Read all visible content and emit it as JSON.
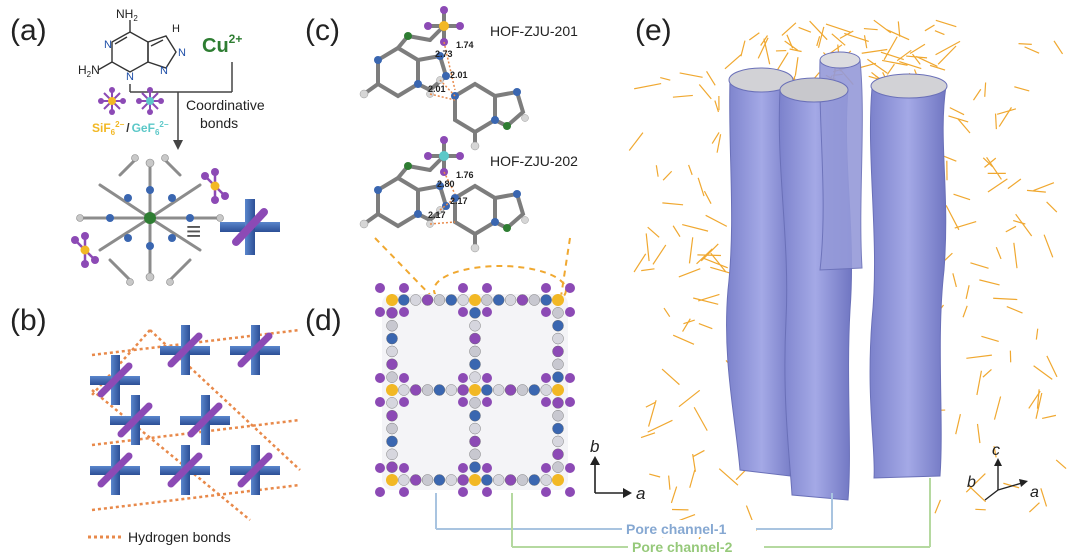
{
  "panels": {
    "a": "(a)",
    "b": "(b)",
    "c": "(c)",
    "d": "(d)",
    "e": "(e)"
  },
  "molecule": {
    "nh2_top": "NH",
    "nh2_top_sub": "2",
    "h_ring": "H",
    "n_labels": [
      "N",
      "N",
      "N",
      "N"
    ],
    "h2n_left": "H",
    "h2n_left_sub": "2",
    "h2n_left_n": "N"
  },
  "copper": {
    "symbol": "Cu",
    "charge": "2+"
  },
  "anions": {
    "sif": "SiF",
    "sif_sub": "6",
    "sif_sup": "2−",
    "slash": "/",
    "gef": "GeF",
    "gef_sub": "6",
    "gef_sup": "2−"
  },
  "arrow_label": [
    "Coordinative",
    "bonds"
  ],
  "equiv_symbol": "≡",
  "legend_hbond": "Hydrogen bonds",
  "hof": {
    "first": {
      "name": "HOF-ZJU-201",
      "distances": [
        "2.73",
        "1.74",
        "2.01",
        "2.01"
      ]
    },
    "second": {
      "name": "HOF-ZJU-202",
      "distances": [
        "2.80",
        "1.76",
        "2.17",
        "2.17"
      ]
    }
  },
  "axes_d": {
    "b": "b",
    "a": "a"
  },
  "axes_e": {
    "c": "c",
    "b": "b",
    "a": "a"
  },
  "pore_channels": {
    "one": "Pore channel-1",
    "two": "Pore channel-2",
    "color_one": "#a9c4e0",
    "color_two": "#b5d9a0"
  },
  "colors": {
    "cu_text": "#2e7d32",
    "sif_text": "#f2b824",
    "gef_text": "#5cc8c8",
    "cross": "#3a66b0",
    "hbond": "#e8894a",
    "surface": "#8f95d9",
    "orange_frame": "#f0a830"
  }
}
